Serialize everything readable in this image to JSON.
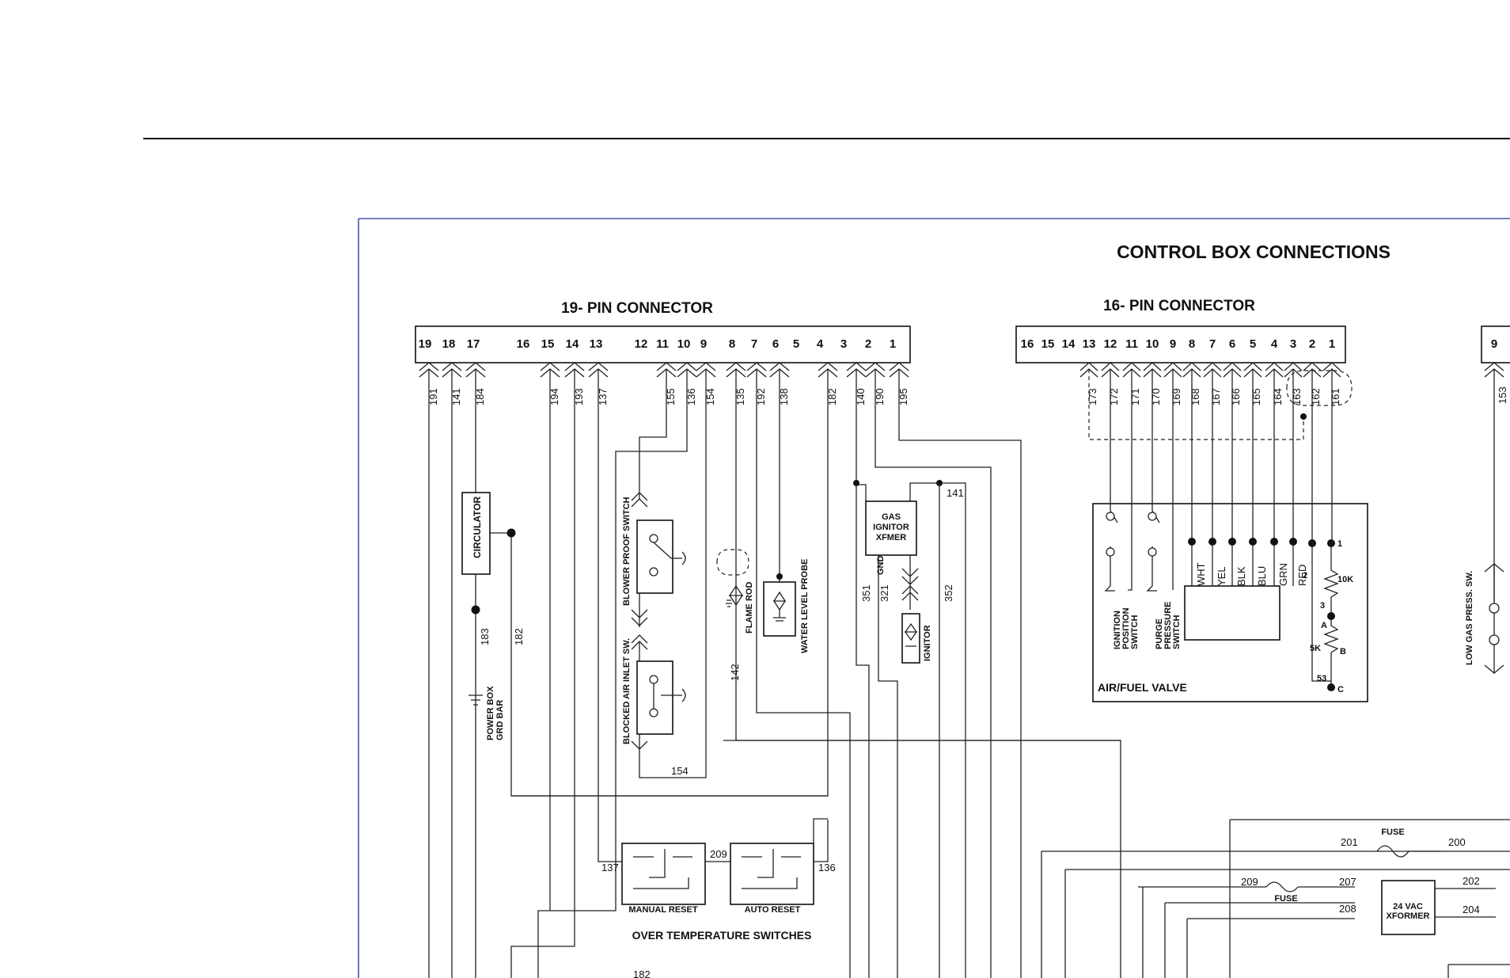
{
  "title": "CONTROL BOX CONNECTIONS",
  "connectors": {
    "c19": {
      "label": "19- PIN CONNECTOR",
      "pins": [
        "19",
        "18",
        "17",
        "16",
        "15",
        "14",
        "13",
        "12",
        "11",
        "10",
        "9",
        "8",
        "7",
        "6",
        "5",
        "4",
        "3",
        "2",
        "1"
      ],
      "wires": [
        "191",
        "141",
        "184",
        "194",
        "193",
        "137",
        "155",
        "136",
        "154",
        "135",
        "192",
        "138",
        "182",
        "140",
        "190",
        "195"
      ]
    },
    "c16": {
      "label": "16- PIN CONNECTOR",
      "pins": [
        "16",
        "15",
        "14",
        "13",
        "12",
        "11",
        "10",
        "9",
        "8",
        "7",
        "6",
        "5",
        "4",
        "3",
        "2",
        "1"
      ],
      "wires": [
        "173",
        "172",
        "171",
        "170",
        "169",
        "168",
        "167",
        "166",
        "165",
        "164",
        "163",
        "162",
        "161"
      ]
    },
    "c9": {
      "pin": "9",
      "wire": "153"
    }
  },
  "components": {
    "circulator": "CIRCULATOR",
    "power_box": [
      "POWER BOX",
      "GRD BAR"
    ],
    "blower_proof": "BLOWER PROOF SWITCH",
    "blocked_air": "BLOCKED AIR INLET SW.",
    "flame_rod": "FLAME ROD",
    "water_probe": "WATER LEVEL PROBE",
    "gas_ignitor": [
      "GAS",
      "IGNITOR",
      "XFMER"
    ],
    "gnd": "GND",
    "ignitor": "IGNITOR",
    "ignition_switch": [
      "IGNITION",
      "POSITION",
      "SWITCH"
    ],
    "purge_switch": [
      "PURGE",
      "PRESSURE",
      "SWITCH"
    ],
    "air_fuel": "AIR/FUEL VALVE",
    "colors": [
      "WHT",
      "YEL",
      "BLK",
      "BLU",
      "GRN",
      "RED"
    ],
    "pot": {
      "r1": "10K",
      "r2": "5K",
      "n1": "1",
      "n2": "2",
      "n3": "3",
      "a": "A",
      "b": "B",
      "c": "C",
      "n53": "53"
    },
    "manual_reset": "MANUAL RESET",
    "auto_reset": "AUTO RESET",
    "over_temp": "OVER TEMPERATURE SWITCHES",
    "low_gas": "LOW GAS PRESS. SW.",
    "fuse1": "FUSE",
    "fuse2": "FUSE",
    "xformer": [
      "24 VAC",
      "XFORMER"
    ]
  },
  "wire_labels": {
    "w183": "183",
    "w182a": "182",
    "w182b": "182",
    "w154": "154",
    "w142": "142",
    "w351": "351",
    "w321": "321",
    "w352": "352",
    "w141": "141",
    "w137": "137",
    "w209a": "209",
    "w136": "136",
    "w201": "201",
    "w200": "200",
    "w209b": "209",
    "w207": "207",
    "w202": "202",
    "w208": "208",
    "w204": "204"
  }
}
